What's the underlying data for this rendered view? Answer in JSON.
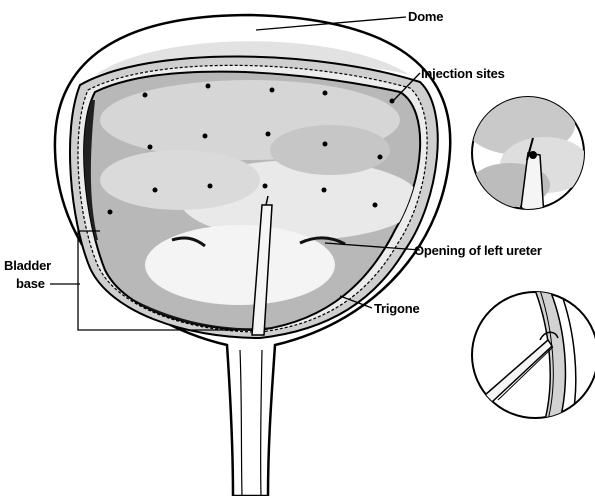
{
  "labels": {
    "dome": "Dome",
    "injection_sites": "Injection sites",
    "opening_left_ureter": "Opening of left ureter",
    "trigone": "Trigone",
    "bladder_base_line1": "Bladder",
    "bladder_base_line2": "base"
  }
}
